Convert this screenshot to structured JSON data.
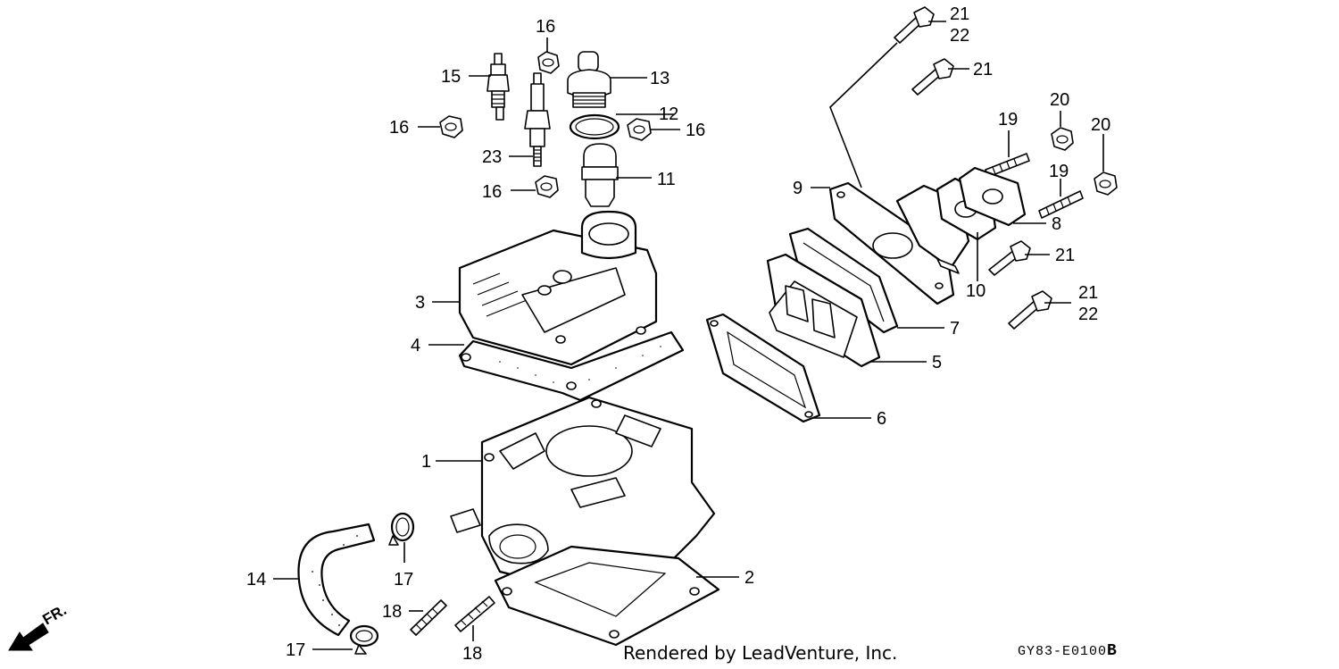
{
  "callouts": [
    {
      "id": "c16a",
      "text": "16"
    },
    {
      "id": "c15",
      "text": "15"
    },
    {
      "id": "c13",
      "text": "13"
    },
    {
      "id": "c12",
      "text": "12"
    },
    {
      "id": "c16b",
      "text": "16"
    },
    {
      "id": "c16c",
      "text": "16"
    },
    {
      "id": "c23",
      "text": "23"
    },
    {
      "id": "c11",
      "text": "11"
    },
    {
      "id": "c16d",
      "text": "16"
    },
    {
      "id": "c3",
      "text": "3"
    },
    {
      "id": "c4",
      "text": "4"
    },
    {
      "id": "c1",
      "text": "1"
    },
    {
      "id": "c2",
      "text": "2"
    },
    {
      "id": "c14",
      "text": "14"
    },
    {
      "id": "c17a",
      "text": "17"
    },
    {
      "id": "c17b",
      "text": "17"
    },
    {
      "id": "c18a",
      "text": "18"
    },
    {
      "id": "c18b",
      "text": "18"
    },
    {
      "id": "c21a",
      "text": "21"
    },
    {
      "id": "c22a",
      "text": "22"
    },
    {
      "id": "c21b",
      "text": "21"
    },
    {
      "id": "c20a",
      "text": "20"
    },
    {
      "id": "c20b",
      "text": "20"
    },
    {
      "id": "c19a",
      "text": "19"
    },
    {
      "id": "c19b",
      "text": "19"
    },
    {
      "id": "c9",
      "text": "9"
    },
    {
      "id": "c8",
      "text": "8"
    },
    {
      "id": "c21c",
      "text": "21"
    },
    {
      "id": "c10",
      "text": "10"
    },
    {
      "id": "c21d",
      "text": "21"
    },
    {
      "id": "c22b",
      "text": "22"
    },
    {
      "id": "c7",
      "text": "7"
    },
    {
      "id": "c5",
      "text": "5"
    },
    {
      "id": "c6",
      "text": "6"
    }
  ],
  "direction_label": "FR.",
  "credit": "Rendered by LeadVenture, Inc.",
  "diagram_code": "GY83-E0100",
  "diagram_code_suffix": "B"
}
